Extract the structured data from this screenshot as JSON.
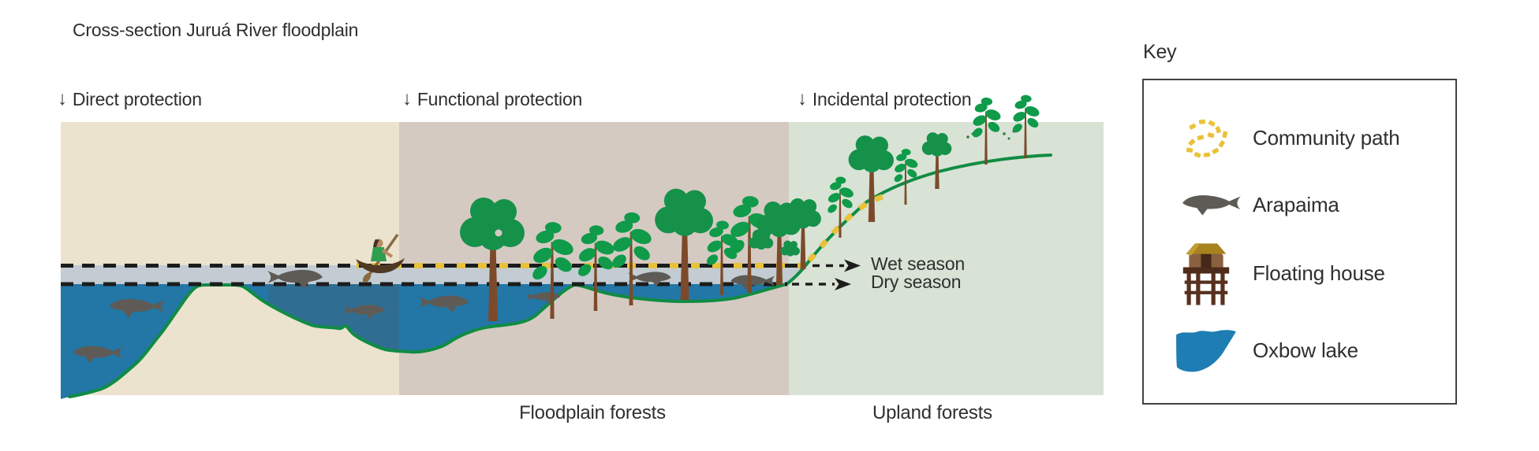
{
  "figure": {
    "title": "Cross-section Juruá River floodplain",
    "zones": [
      {
        "arrow": "↓",
        "label": "Direct protection"
      },
      {
        "arrow": "↓",
        "label": "Functional protection"
      },
      {
        "arrow": "↓",
        "label": "Incidental protection"
      }
    ],
    "season_lines": {
      "wet": "Wet season",
      "dry": "Dry season"
    },
    "region_labels": {
      "floodplain": "Floodplain forests",
      "upland": "Upland forests"
    },
    "key": {
      "title": "Key",
      "items": [
        {
          "icon": "community-path-icon",
          "label": "Community path"
        },
        {
          "icon": "arapaima-icon",
          "label": "Arapaima"
        },
        {
          "icon": "floating-house-icon",
          "label": "Floating house"
        },
        {
          "icon": "oxbow-lake-icon",
          "label": "Oxbow lake"
        }
      ]
    },
    "colors": {
      "zone_direct_bg": "#ebe3ce",
      "zone_functional_bg": "#d5cac2",
      "zone_incidental_bg": "#d8e3d5",
      "flood_band": "#c2ccd2",
      "river_water": "#2277a7",
      "oxbow_shaded_water": "#2f6e92",
      "shoreline_green": "#108c43",
      "tree_green": "#15914a",
      "trunk_brown": "#7c4a2a",
      "arapaima_gray": "#5e5b56",
      "path_yellow": "#e9c23b",
      "text": "#2f2f2f"
    }
  }
}
